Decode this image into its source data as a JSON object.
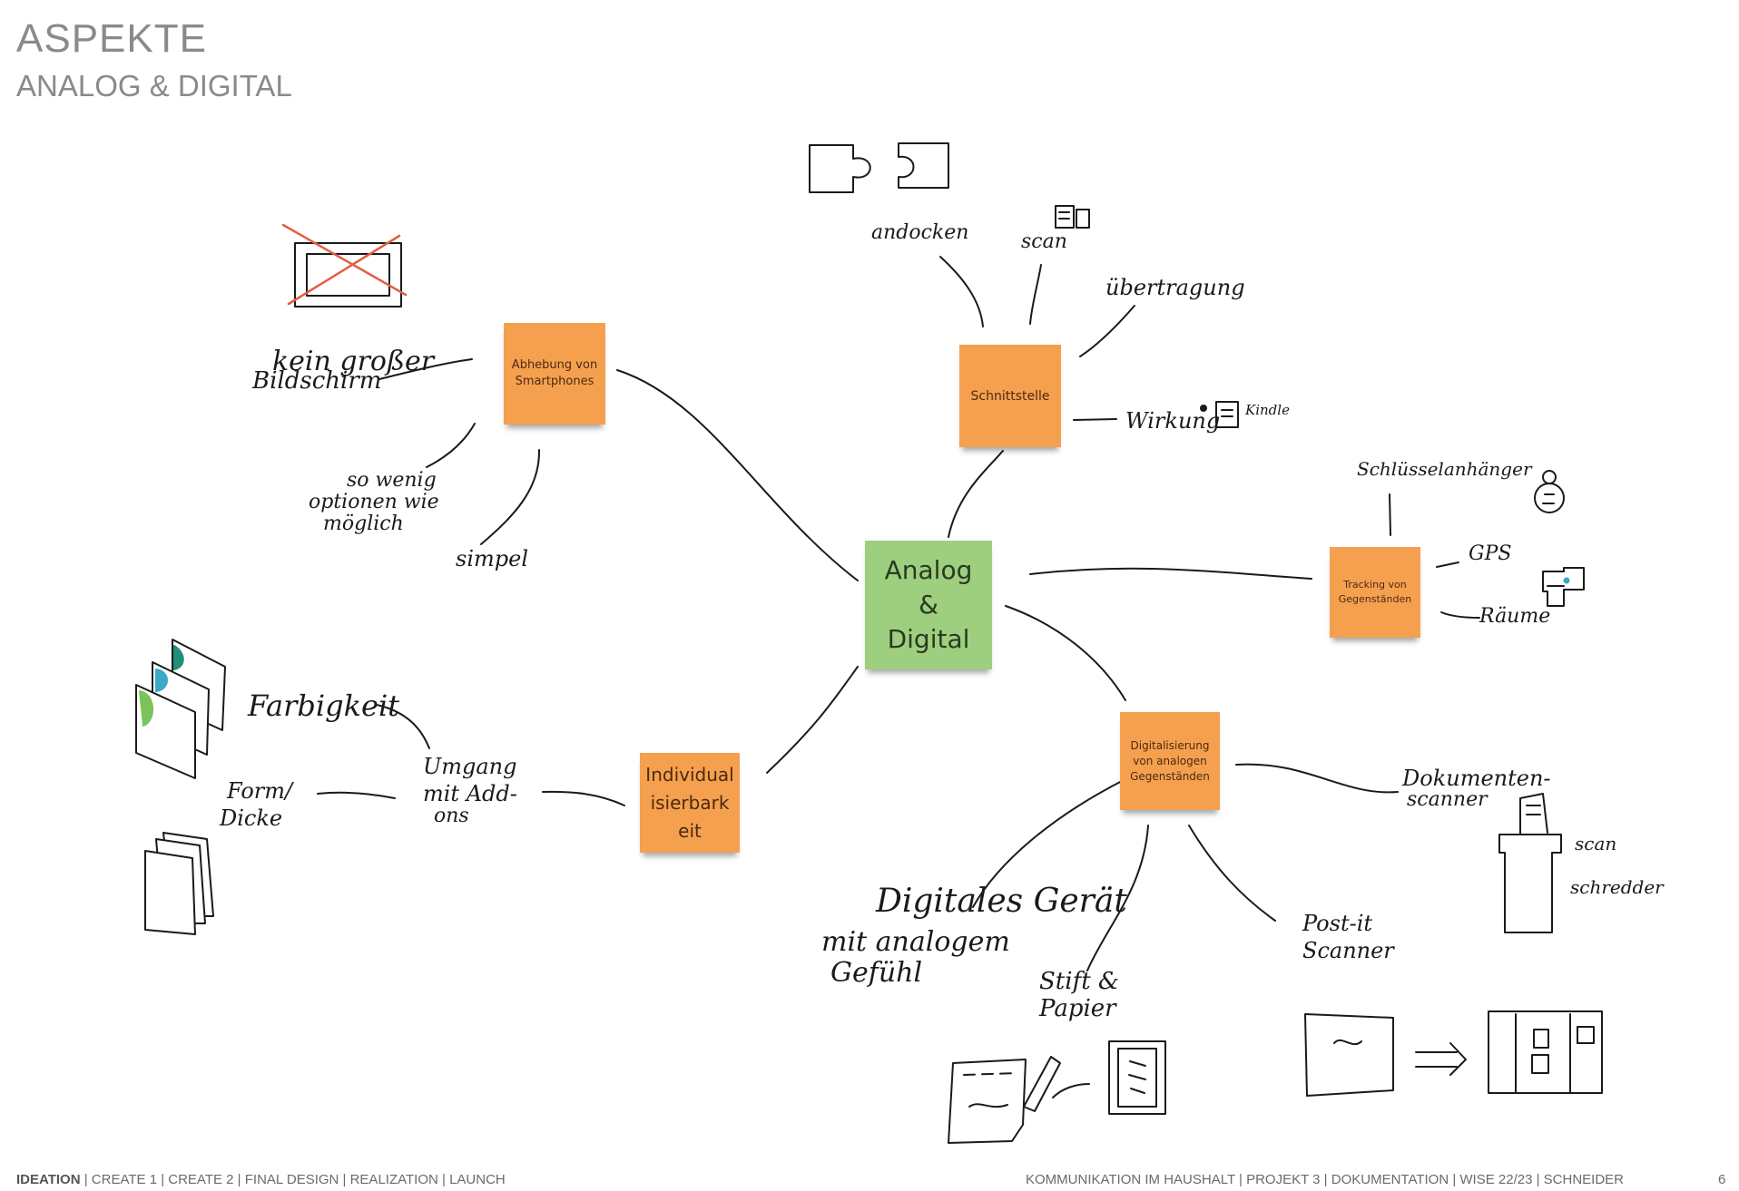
{
  "header": {
    "title": "ASPEKTE",
    "subtitle": "ANALOG & DIGITAL"
  },
  "center": {
    "label": "Analog & Digital",
    "color": "#9dcf7f"
  },
  "notes": {
    "abhebung": "Abhebung von Smartphones",
    "schnittstelle": "Schnittstelle",
    "tracking": "Tracking von Gegenständen",
    "digitalisierung": "Digitalisierung von analogen Gegenständen",
    "individu": "Individualisierbarkeit",
    "note_color": "#f5a04f"
  },
  "handwriting": {
    "kein_grosser": "kein großer",
    "bildschirm": "Bildschirm",
    "so_wenig": "so wenig",
    "optionen_wie": "optionen wie",
    "moeglich": "möglich",
    "simpel": "simpel",
    "andocken": "andocken",
    "scan_top": "scan",
    "uebertragung": "übertragung",
    "wirkung": "Wirkung",
    "kindle": "Kindle",
    "schluesselanhaenger": "Schlüsselanhänger",
    "gps": "GPS",
    "raeume": "Räume",
    "farbigkeit": "Farbigkeit",
    "form": "Form/",
    "dicke": "Dicke",
    "umgang": "Umgang",
    "mit_add": "mit Add-",
    "ons": "ons",
    "dokumenten": "Dokumenten-",
    "scanner_doc": "scanner",
    "scan_right": "scan",
    "schredder": "schredder",
    "digitales_geraet": "Digitales Gerät",
    "mit_analogem": "mit analogem",
    "gefuehl": "Gefühl",
    "stift": "Stift &",
    "papier": "Papier",
    "postit": "Post-it",
    "scanner_postit": "Scanner"
  },
  "footer": {
    "nav_active": "IDEATION",
    "nav_rest": " | CREATE 1 | CREATE 2 | FINAL DESIGN | REALIZATION | LAUNCH",
    "info": "KOMMUNIKATION IM HAUSHALT | PROJEKT 3 | DOKUMENTATION | WISE 22/23 | SCHNEIDER",
    "page": "6"
  },
  "colors": {
    "title": "#8a8a8a",
    "stroke": "#1a1a1a",
    "cross": "#e06040",
    "teal": "#1f8f7a",
    "blue": "#3aa8c8",
    "lime": "#7cc25a"
  }
}
